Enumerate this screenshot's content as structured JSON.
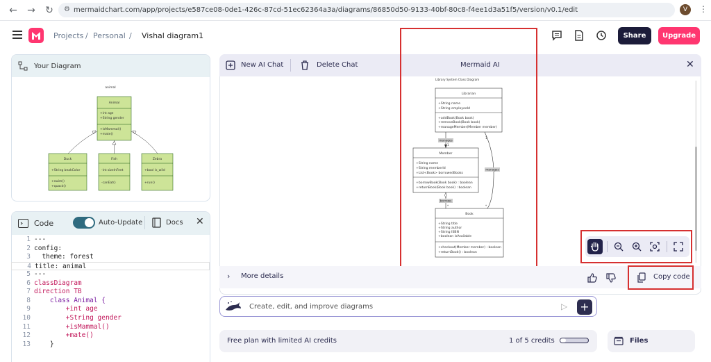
{
  "browser": {
    "url": "mermaidchart.com/app/projects/e587ce08-0de1-426c-87cd-51ec62364a3a/diagrams/86850d50-9133-40bf-80c8-f4ee1d3a51f5/version/v0.1/edit",
    "profile_initial": "V"
  },
  "header": {
    "crumb_projects": "Projects",
    "crumb_sep": "/",
    "crumb_personal": "Personal",
    "diagram_title": "Vishal diagram1",
    "share_label": "Share",
    "upgrade_label": "Upgrade"
  },
  "your_diagram": {
    "title": "Your Diagram",
    "mini": {
      "title": "animal",
      "animal": {
        "name": "Animal",
        "attrs": [
          "+int age",
          "+String gender"
        ],
        "methods": [
          "+isMammal()",
          "+mate()"
        ]
      },
      "duck": {
        "name": "Duck",
        "attrs": [
          "+String beakColor"
        ],
        "methods": [
          "+swim()",
          "+quack()"
        ]
      },
      "fish": {
        "name": "Fish",
        "attrs": [
          "-int sizeInFeet"
        ],
        "methods": [
          "-canEat()"
        ]
      },
      "zebra": {
        "name": "Zebra",
        "attrs": [
          "+bool is_wild"
        ],
        "methods": [
          "+run()"
        ]
      }
    }
  },
  "code": {
    "title": "Code",
    "auto_update": "Auto-Update",
    "docs": "Docs",
    "lines": [
      {
        "n": "1",
        "t": "---"
      },
      {
        "n": "2",
        "t": "config:"
      },
      {
        "n": "3",
        "t": "  theme: forest"
      },
      {
        "n": "4",
        "t": "title: animal"
      },
      {
        "n": "5",
        "t": "---"
      },
      {
        "n": "6",
        "t": "classDiagram"
      },
      {
        "n": "7",
        "t": "direction TB"
      },
      {
        "n": "8",
        "t": "    class Animal {"
      },
      {
        "n": "9",
        "t": "        +int age"
      },
      {
        "n": "10",
        "t": "        +String gender"
      },
      {
        "n": "11",
        "t": "        +isMammal()"
      },
      {
        "n": "12",
        "t": "        +mate()"
      },
      {
        "n": "13",
        "t": "    }"
      }
    ]
  },
  "ai": {
    "new_chat": "New AI Chat",
    "delete_chat": "Delete Chat",
    "title": "Mermaid AI",
    "more_details": "More details",
    "copy_code": "Copy code",
    "input_placeholder": "Create, edit, and improve diagrams",
    "plan_text": "Free plan with limited AI credits",
    "credits": "1 of 5 credits",
    "credits_fraction": 0.2,
    "files": "Files"
  },
  "library": {
    "caption": "Library System Class Diagram",
    "librarian": {
      "name": "Librarian",
      "attrs": [
        "+String name",
        "+String employeeId"
      ],
      "methods": [
        "+addBook(Book book)",
        "+removeBook(Book book)",
        "+manageMember(Member member)"
      ]
    },
    "member": {
      "name": "Member",
      "attrs": [
        "+String name",
        "+String memberId",
        "+List<Book> borrowedBooks"
      ],
      "methods": [
        "+borrowBook(Book book) : boolean",
        "+returnBook(Book book) : boolean"
      ]
    },
    "book": {
      "name": "Book",
      "attrs": [
        "+String title",
        "+String author",
        "+String ISBN",
        "+boolean isAvailable"
      ],
      "methods": [
        "+checkout(Member member) : boolean",
        "+returnBook() : boolean"
      ]
    },
    "rel_manages": "manages",
    "rel_borrows": "borrows",
    "card_1": "1",
    "card_star": "*"
  }
}
